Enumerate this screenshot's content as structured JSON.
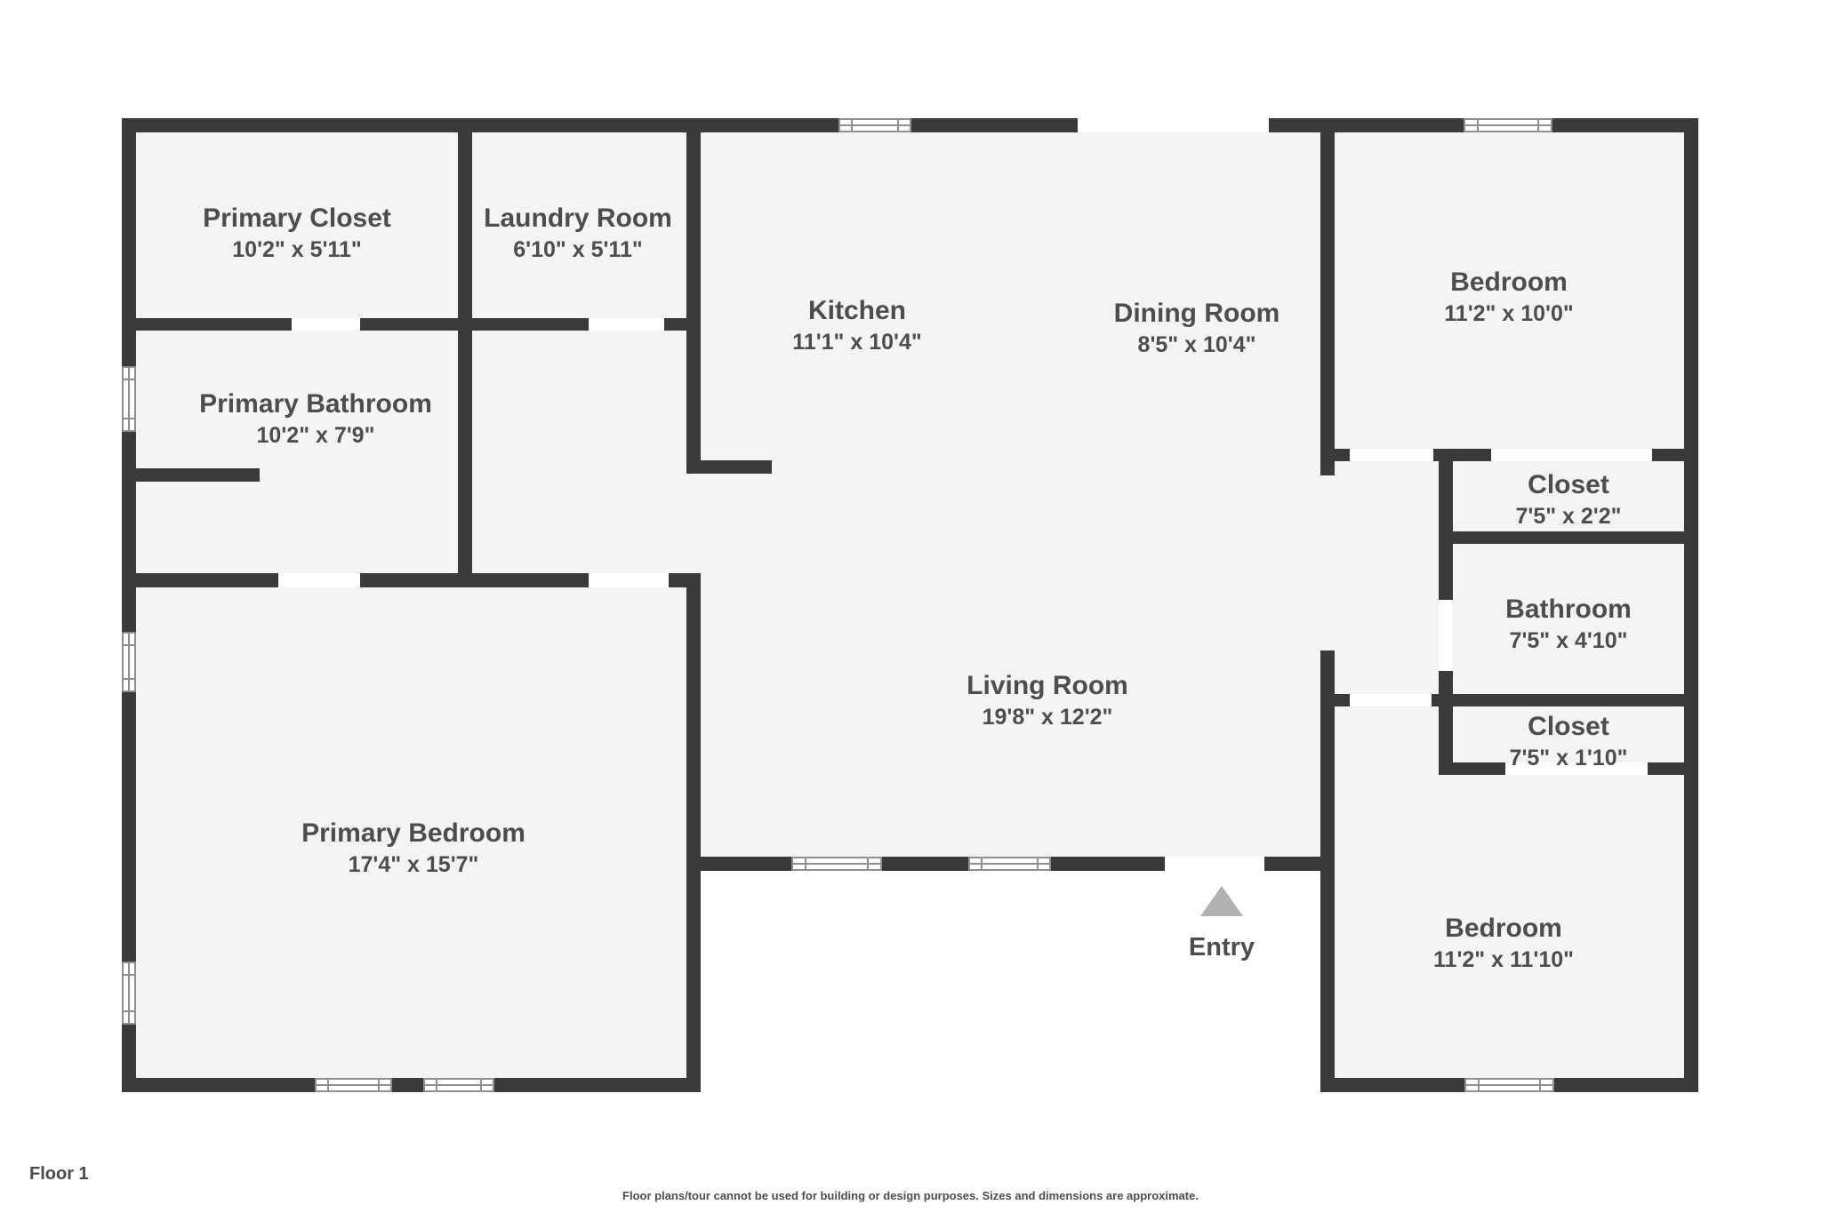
{
  "floor_label": "Floor 1",
  "disclaimer": "Floor plans/tour cannot be used for building or design purposes. Sizes and dimensions are approximate.",
  "entry": {
    "label": "Entry",
    "arrow_icon": "entry-direction-arrow"
  },
  "colors": {
    "wall": "#3a3a3a",
    "floor": "#f4f4f4",
    "background": "#ffffff",
    "label_text": "#4d4d4d",
    "entry_arrow": "#b1b1b1",
    "window_line": "#8f8f8f"
  },
  "rooms": [
    {
      "name": "Primary Closet",
      "dimensions": "10'2\" x 5'11\""
    },
    {
      "name": "Laundry Room",
      "dimensions": "6'10\" x 5'11\""
    },
    {
      "name": "Kitchen",
      "dimensions": "11'1\" x 10'4\""
    },
    {
      "name": "Dining Room",
      "dimensions": "8'5\" x 10'4\""
    },
    {
      "name": "Bedroom",
      "dimensions": "11'2\" x 10'0\""
    },
    {
      "name": "Primary Bathroom",
      "dimensions": "10'2\" x 7'9\""
    },
    {
      "name": "Closet",
      "dimensions": "7'5\" x 2'2\""
    },
    {
      "name": "Bathroom",
      "dimensions": "7'5\" x 4'10\""
    },
    {
      "name": "Closet",
      "dimensions": "7'5\" x 1'10\""
    },
    {
      "name": "Living Room",
      "dimensions": "19'8\" x 12'2\""
    },
    {
      "name": "Primary Bedroom",
      "dimensions": "17'4\" x 15'7\""
    },
    {
      "name": "Bedroom",
      "dimensions": "11'2\" x 11'10\""
    }
  ]
}
